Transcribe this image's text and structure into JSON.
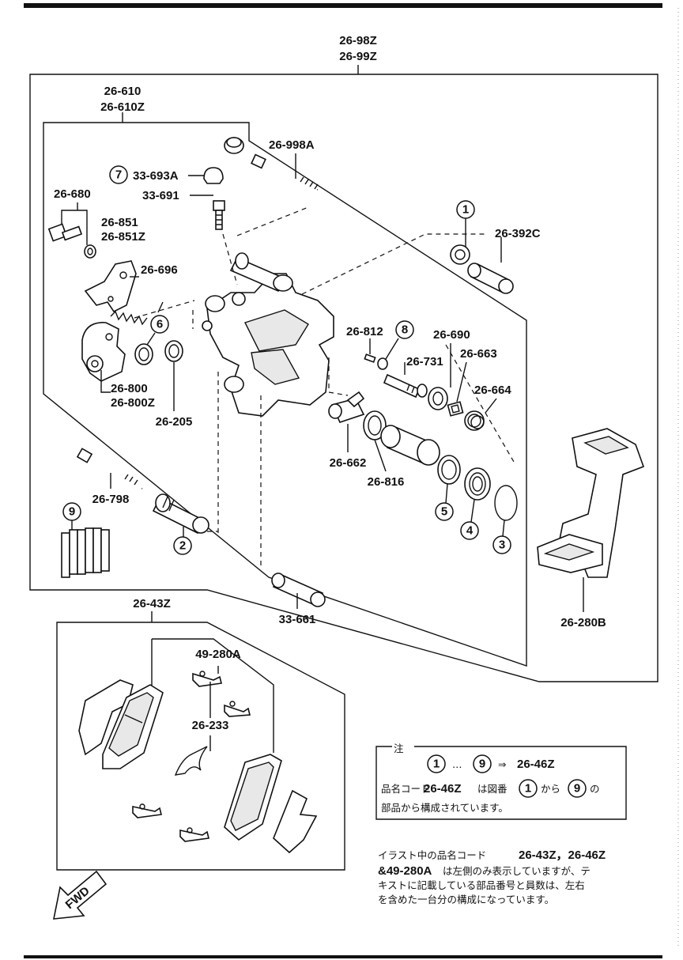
{
  "labels": {
    "assy_98z": "26-98Z",
    "assy_99z": "26-99Z",
    "caliper_610": "26-610",
    "caliper_610z": "26-610Z",
    "bolt_998a": "26-998A",
    "cap_693a": "33-693A",
    "screw_691": "33-691",
    "bolt_680": "26-680",
    "washer_851": "26-851",
    "washer_851z": "26-851Z",
    "bracket_696": "26-696",
    "lever_800": "26-800",
    "lever_800z": "26-800Z",
    "seal_205": "26-205",
    "boot_392c": "26-392C",
    "pin_812": "26-812",
    "rod_731": "26-731",
    "ring_690": "26-690",
    "clip_663": "26-663",
    "spring_664": "26-664",
    "sleeve_662": "26-662",
    "snap_816": "26-816",
    "bolt_798": "26-798",
    "pin_661": "33-661",
    "bracket_280b": "26-280B",
    "pads_43z": "26-43Z",
    "shim_280a": "49-280A",
    "spring_233": "26-233",
    "fwd": "FWD"
  },
  "circled": {
    "c1": "1",
    "c2": "2",
    "c3": "3",
    "c4": "4",
    "c5": "5",
    "c6": "6",
    "c7": "7",
    "c8": "8",
    "c9": "9"
  },
  "note": {
    "title": "注",
    "range_sep": "…",
    "arrow": "⇒",
    "kit": "26-46Z",
    "line2_a": "品名コード",
    "line2_code": "26-46Z",
    "line2_b": "は図番",
    "line2_c": "から",
    "line2_d": "の",
    "line3": "部品から構成されています。"
  },
  "footnote": {
    "l1_a": "イラスト中の品名コード",
    "l1_codes": "26-43Z，26-46Z",
    "l2_code": "&49-280A",
    "l2_b": "は左側のみ表示していますが、テ",
    "l3": "キストに記載している部品番号と員数は、左右",
    "l4": "を含めた一台分の構成になっています。"
  }
}
